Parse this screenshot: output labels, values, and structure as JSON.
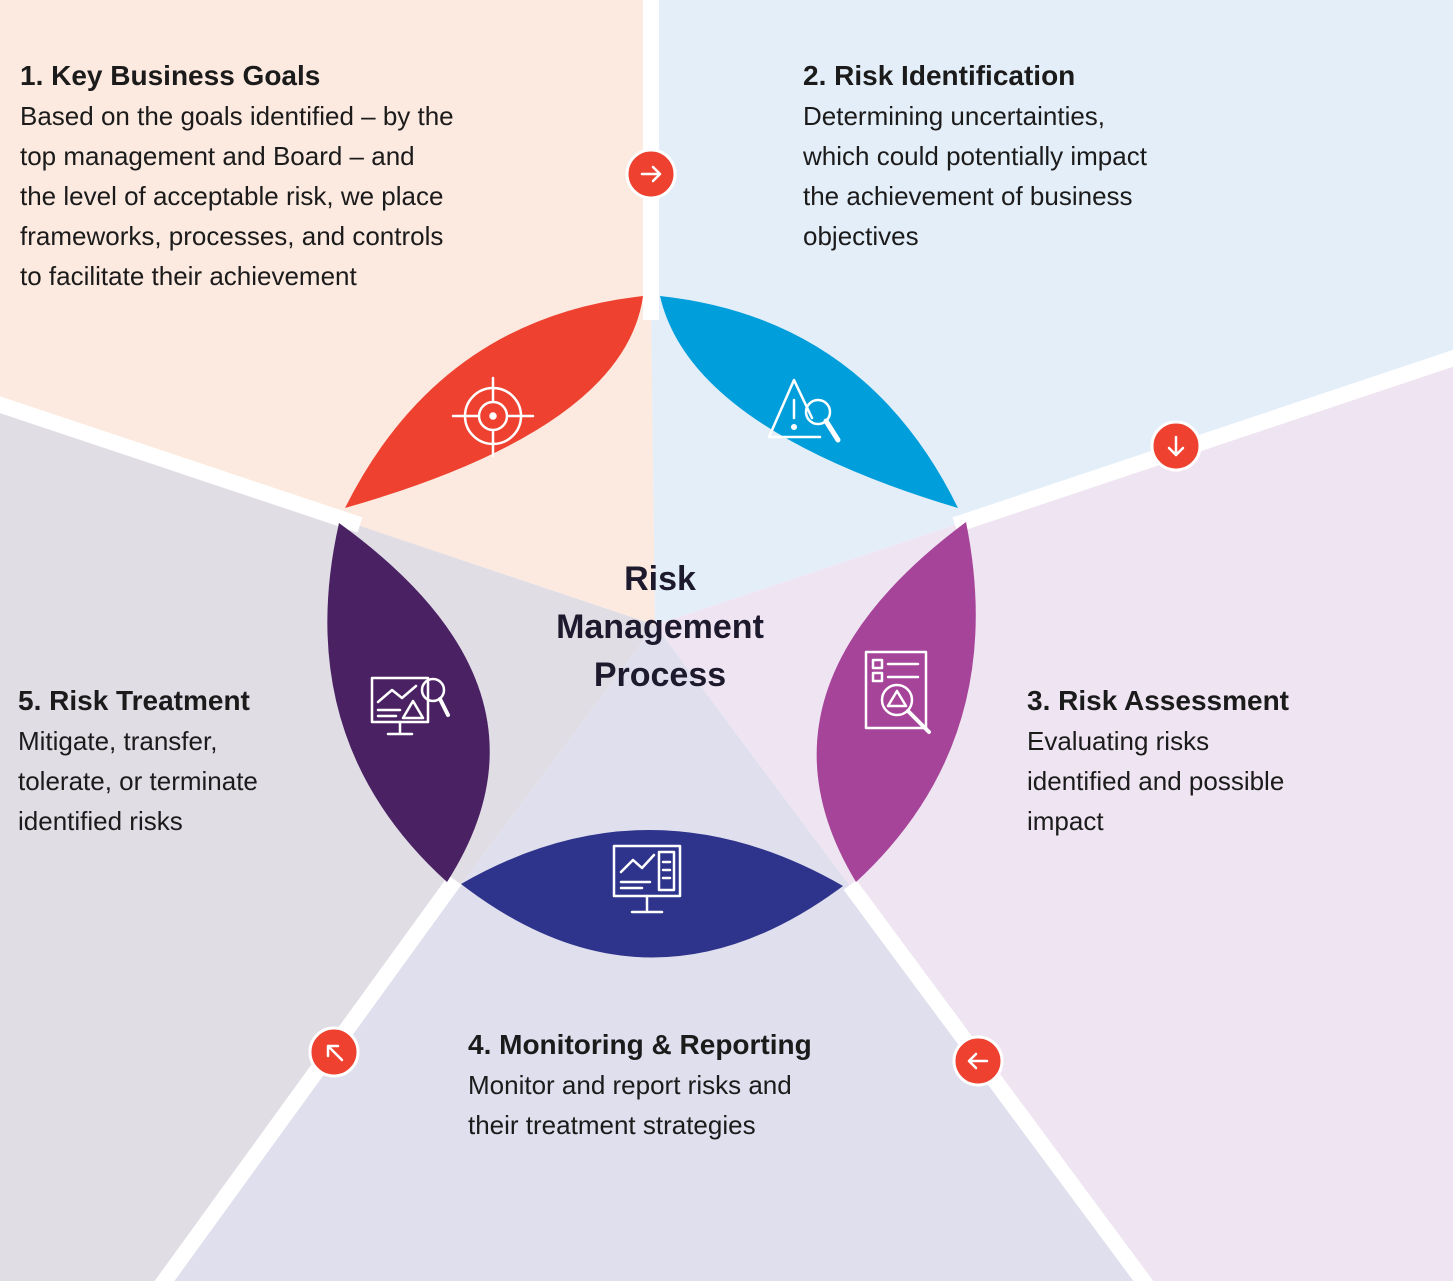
{
  "center": {
    "title": "Risk\nManagement\nProcess"
  },
  "steps": [
    {
      "title": "1. Key Business Goals",
      "desc": "Based on the goals identified – by the\ntop management and Board – and\nthe level of acceptable risk, we place\nframeworks, processes, and controls\nto facilitate their achievement",
      "icon": "target-icon",
      "color": "#ee4130"
    },
    {
      "title": "2. Risk Identification",
      "desc": "Determining uncertainties,\nwhich could potentially impact\nthe achievement of business\nobjectives",
      "icon": "warning-search-icon",
      "color": "#009edb"
    },
    {
      "title": "3. Risk Assessment",
      "desc": "Evaluating risks\nidentified and possible\nimpact",
      "icon": "document-analysis-icon",
      "color": "#a6449a"
    },
    {
      "title": "4. Monitoring & Reporting",
      "desc": "Monitor and report risks and\ntheir treatment strategies",
      "icon": "monitor-report-icon",
      "color": "#2e348b"
    },
    {
      "title": "5. Risk Treatment",
      "desc": "Mitigate, transfer,\ntolerate, or terminate\nidentified risks",
      "icon": "monitor-warning-search-icon",
      "color": "#4a2264"
    }
  ],
  "arrows": [
    {
      "icon": "arrow-right-icon"
    },
    {
      "icon": "arrow-down-icon"
    },
    {
      "icon": "arrow-left-icon"
    },
    {
      "icon": "arrow-up-left-icon"
    }
  ],
  "colors": {
    "sector1_bg": "#fce9df",
    "sector2_bg": "#e3eef9",
    "sector3_bg": "#efe5f2",
    "sector4_bg": "#dfdfee",
    "sector5_bg": "#e0dde5",
    "arrow": "#ee4130"
  }
}
